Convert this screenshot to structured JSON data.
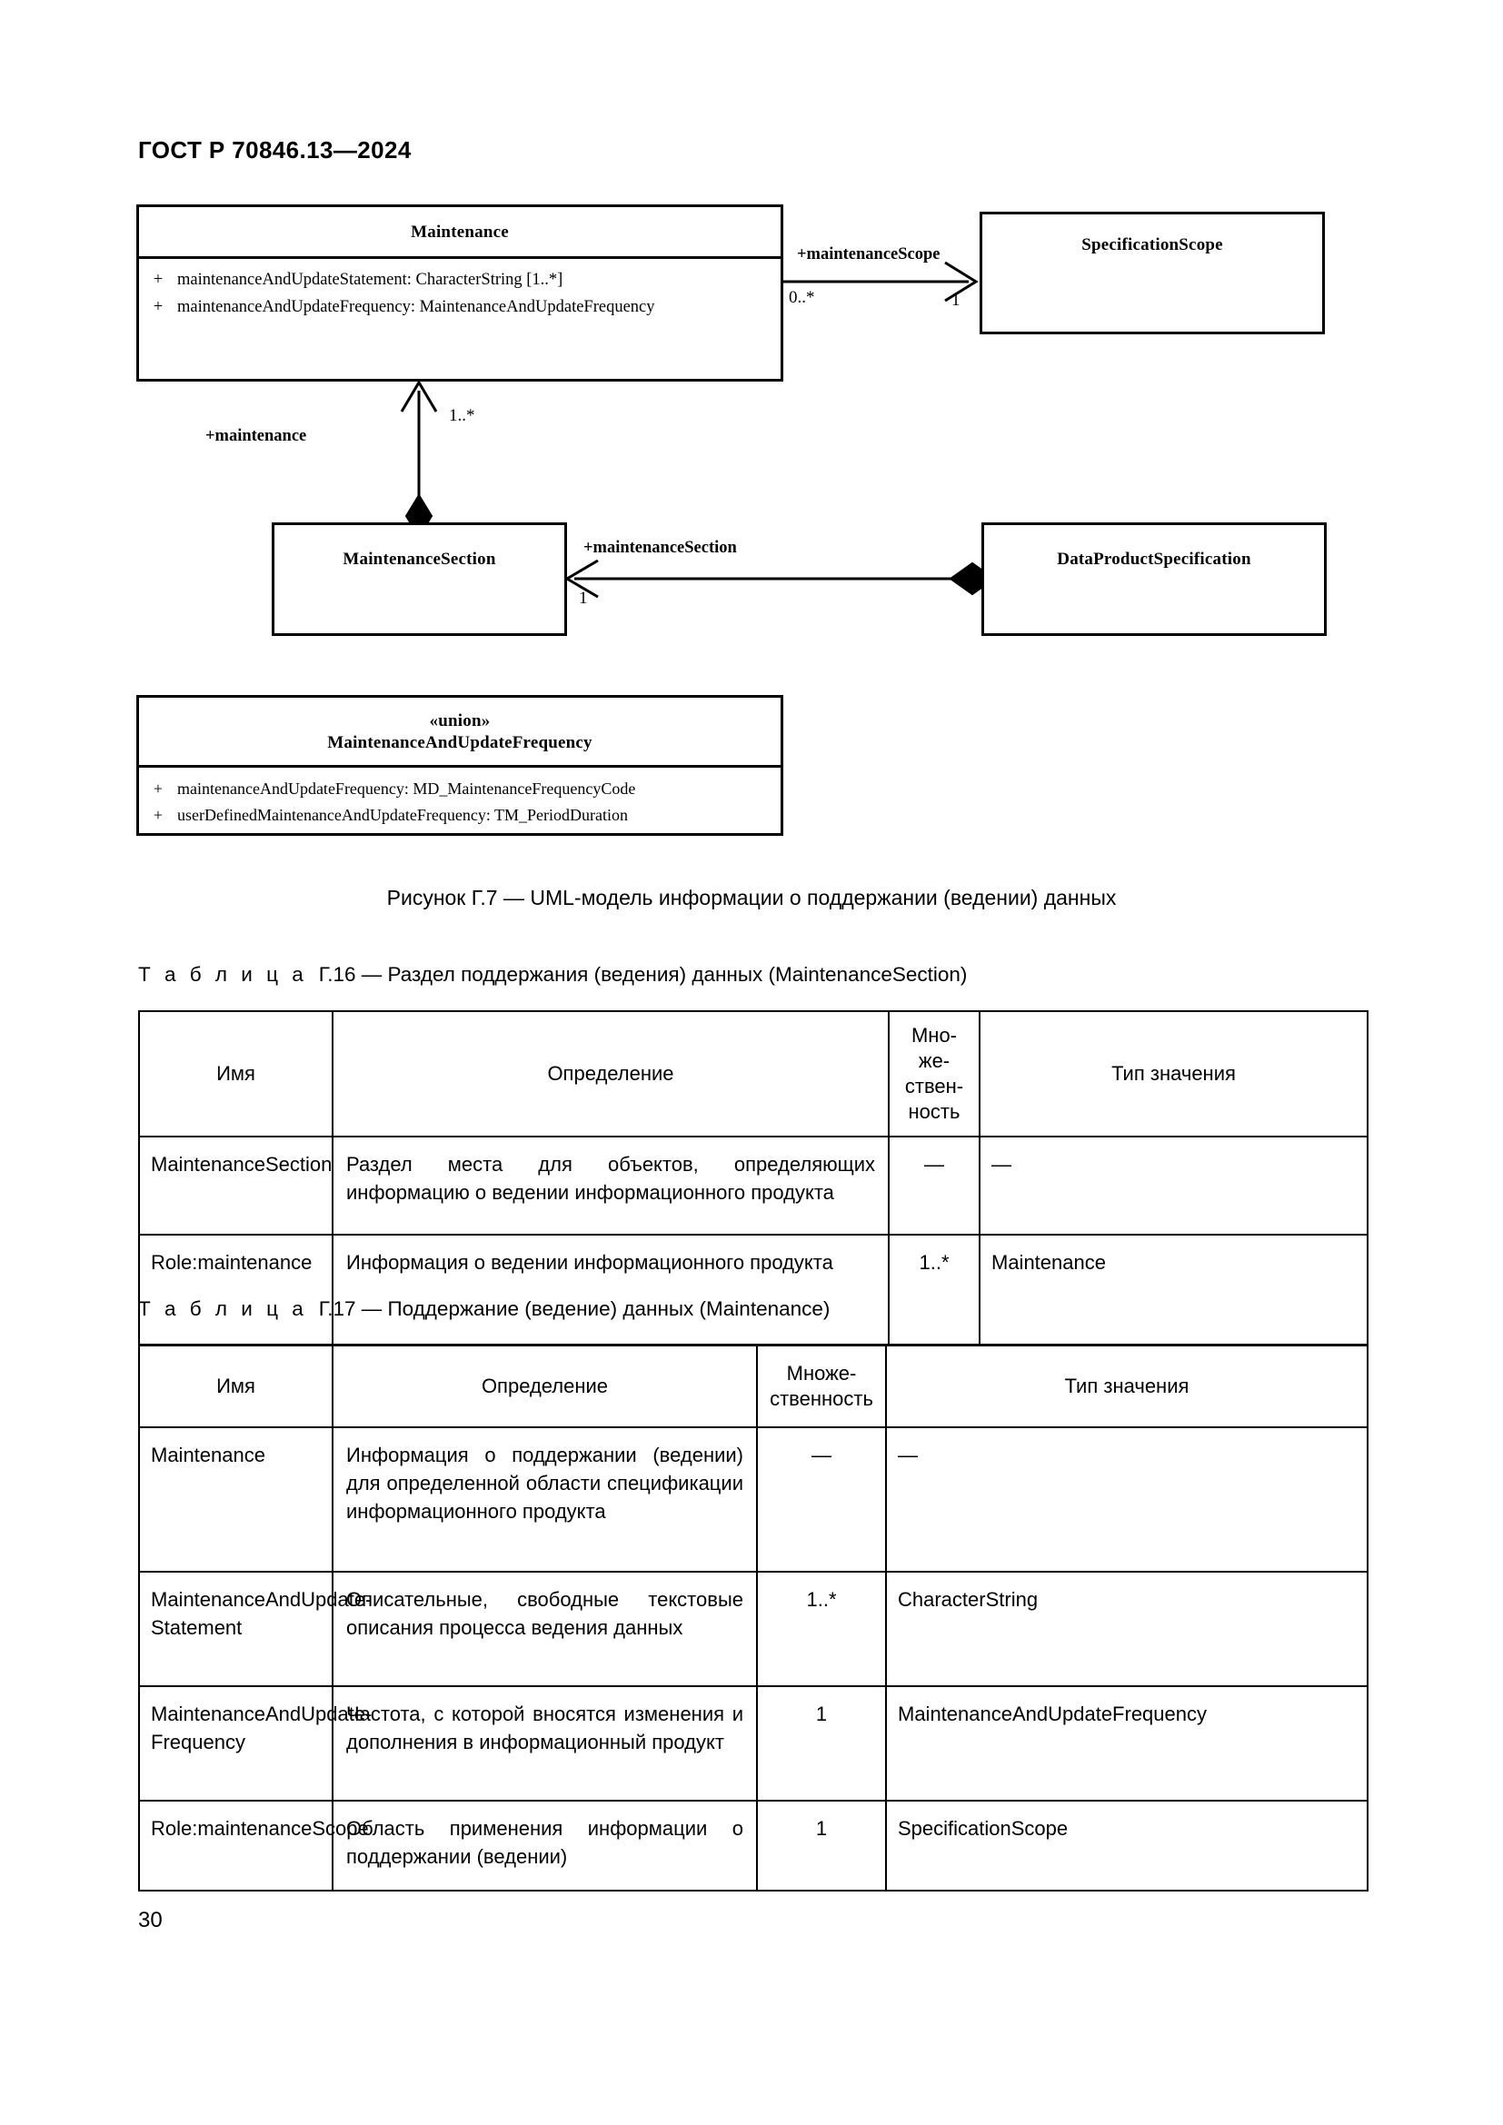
{
  "document": {
    "running_head": "ГОСТ Р 70846.13—2024",
    "page_number": "30"
  },
  "figure": {
    "caption": "Рисунок Г.7 — UML-модель информации о поддержании (ведении) данных",
    "classes": {
      "maintenance": {
        "name": "Maintenance",
        "attributes": [
          {
            "visibility": "+",
            "text": "maintenanceAndUpdateStatement: CharacterString [1..*]"
          },
          {
            "visibility": "+",
            "text": "maintenanceAndUpdateFrequency: MaintenanceAndUpdateFrequency"
          }
        ]
      },
      "specification_scope": {
        "name": "SpecificationScope"
      },
      "maintenance_section": {
        "name": "MaintenanceSection"
      },
      "data_product_specification": {
        "name": "DataProductSpecification"
      },
      "union_frequency": {
        "stereotype": "«union»",
        "name": "MaintenanceAndUpdateFrequency",
        "attributes": [
          {
            "visibility": "+",
            "text": "maintenanceAndUpdateFrequency: MD_MaintenanceFrequencyCode"
          },
          {
            "visibility": "+",
            "text": "userDefinedMaintenanceAndUpdateFrequency: TM_PeriodDuration"
          }
        ]
      }
    },
    "associations": [
      {
        "role": "+maintenanceScope",
        "source_mult": "0..*",
        "target_mult": "1"
      },
      {
        "role": "+maintenance",
        "target_mult": "1..*"
      },
      {
        "role": "+maintenanceSection",
        "target_mult": "1"
      }
    ]
  },
  "tables": [
    {
      "id": "g16",
      "caption_label": "Т а б л и ц а",
      "caption_text": "Г.16 — Раздел поддержания (ведения) данных (MaintenanceSection)",
      "headers": {
        "name": "Имя",
        "definition": "Определение",
        "multiplicity_lines": [
          "Мно-",
          "же-",
          "ствен-",
          "ность"
        ],
        "value_type": "Тип значения"
      },
      "rows": [
        {
          "name": "MaintenanceSection",
          "definition": "Раздел места для объектов, определяющих информацию о ведении информационного продукта",
          "multiplicity": "—",
          "value_type": "—"
        },
        {
          "name": "Role:maintenance",
          "definition": "Информация о ведении информационного продукта",
          "multiplicity": "1..*",
          "value_type": "Maintenance"
        }
      ]
    },
    {
      "id": "g17",
      "caption_label": "Т а б л и ц а",
      "caption_text": "Г.17 — Поддержание (ведение) данных (Maintenance)",
      "headers": {
        "name": "Имя",
        "definition": "Определение",
        "multiplicity_lines": [
          "Множе-",
          "ственность"
        ],
        "value_type": "Тип значения"
      },
      "rows": [
        {
          "name": "Maintenance",
          "definition": "Информация о поддержании (ведении) для определенной области спецификации информационного продукта",
          "multiplicity": "—",
          "value_type": "—"
        },
        {
          "name": "MaintenanceAndUpdate-Statement",
          "definition": "Описательные, свободные текстовые описания процесса ведения данных",
          "multiplicity": "1..*",
          "value_type": "CharacterString"
        },
        {
          "name": "MaintenanceAndUpdate-Frequency",
          "definition": "Частота, с которой вносятся изменения и дополнения в информационный продукт",
          "multiplicity": "1",
          "value_type": "MaintenanceAndUpdateFrequency"
        },
        {
          "name": "Role:maintenanceScope",
          "definition": "Область применения информации о поддержании (ведении)",
          "multiplicity": "1",
          "value_type": "SpecificationScope"
        }
      ]
    }
  ]
}
